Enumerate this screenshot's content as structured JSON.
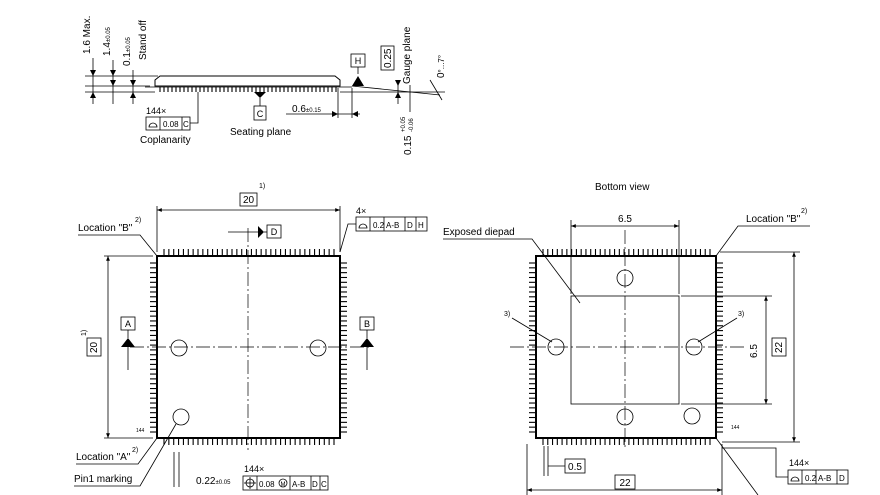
{
  "side_view": {
    "height_max": "1.6 Max.",
    "body_height": "1.4",
    "body_height_tol": "±0.05",
    "standoff": "0.1",
    "standoff_tol": "±0.05",
    "standoff_label": "Stand off",
    "gauge_value": "0.25",
    "gauge_label": "Gauge plane",
    "datum_h": "H",
    "datum_c": "C",
    "pitch": "0.6",
    "pitch_tol": "±0.15",
    "lead_count": "144×",
    "coplanarity_value": "0.08",
    "coplanarity_datum": "C",
    "coplanarity_label": "Coplanarity",
    "seating_label": "Seating plane",
    "lead_thickness": "0.15",
    "lead_thickness_tol_plus": "+0.05",
    "lead_thickness_tol_minus": "-0.06",
    "angle_top": "0",
    "angle_bottom": "°...7°"
  },
  "top_view": {
    "width": "20",
    "width_note": "1)",
    "height": "20",
    "height_note": "1)",
    "count_4x": "4×",
    "flatness_value": "0.2",
    "flatness_datums": [
      "A-B",
      "D",
      "H"
    ],
    "datum_a": "A",
    "datum_b": "B",
    "datum_d": "D",
    "location_b": "Location \"B\"",
    "location_b_note": "2)",
    "location_a": "Location \"A\"",
    "location_a_note": "2)",
    "pin1_label": "Pin1 marking",
    "pin_number": "144",
    "lead_width": "0.22",
    "lead_width_tol": "±0.05",
    "position_count": "144×",
    "position_value": "0.08",
    "position_modifier": "M",
    "position_datums": [
      "A-B",
      "D",
      "C"
    ]
  },
  "bottom_view": {
    "title": "Bottom view",
    "exposed_label": "Exposed diepad",
    "pad_width": "6.5",
    "pad_height": "6.5",
    "location_b": "Location \"B\"",
    "location_b_note": "2)",
    "note3_left": "3)",
    "note3_right": "3)",
    "width": "22",
    "height": "22",
    "pitch": "0.5",
    "pin_number": "144",
    "count": "144×",
    "flatness_value": "0.2",
    "flatness_datums": [
      "A-B",
      "D"
    ]
  }
}
